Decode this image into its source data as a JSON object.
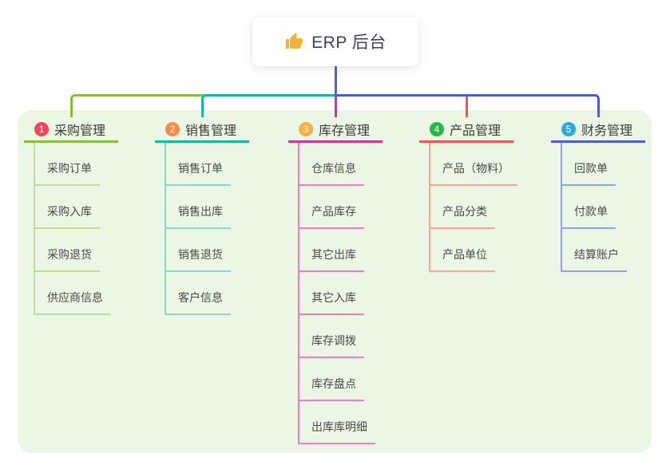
{
  "root": {
    "title": "ERP 后台",
    "icon": "thumbs-up"
  },
  "branches": [
    {
      "index": "1",
      "label": "采购管理",
      "badge_color": "#f4465c",
      "line_color": "#84bf41",
      "light_color": "#bedd96",
      "items": [
        "采购订单",
        "采购入库",
        "采购退货",
        "供应商信息"
      ]
    },
    {
      "index": "2",
      "label": "销售管理",
      "badge_color": "#f88c46",
      "line_color": "#14b8a0",
      "light_color": "#86d8c8",
      "items": [
        "销售订单",
        "销售出库",
        "销售退货",
        "客户信息"
      ]
    },
    {
      "index": "3",
      "label": "库存管理",
      "badge_color": "#fbb03e",
      "line_color": "#d6309b",
      "light_color": "#ee7ec2",
      "items": [
        "仓库信息",
        "产品库存",
        "其它出库",
        "其它入库",
        "库存调拨",
        "库存盘点",
        "出库库明细"
      ]
    },
    {
      "index": "4",
      "label": "产品管理",
      "badge_color": "#29b64c",
      "line_color": "#f4534f",
      "light_color": "#f9a39b",
      "items": [
        "产品（物料）",
        "产品分类",
        "产品单位"
      ]
    },
    {
      "index": "5",
      "label": "财务管理",
      "badge_color": "#2fa8dc",
      "line_color": "#4a5ed3",
      "light_color": "#93a2e6",
      "items": [
        "回款单",
        "付款单",
        "结算账户"
      ]
    }
  ],
  "colors": {
    "panel_bg": "#ebf6e4",
    "root_line": "#4f62d2",
    "thumb_icon": "#f2b13c",
    "card_bg": "#ffffff"
  }
}
